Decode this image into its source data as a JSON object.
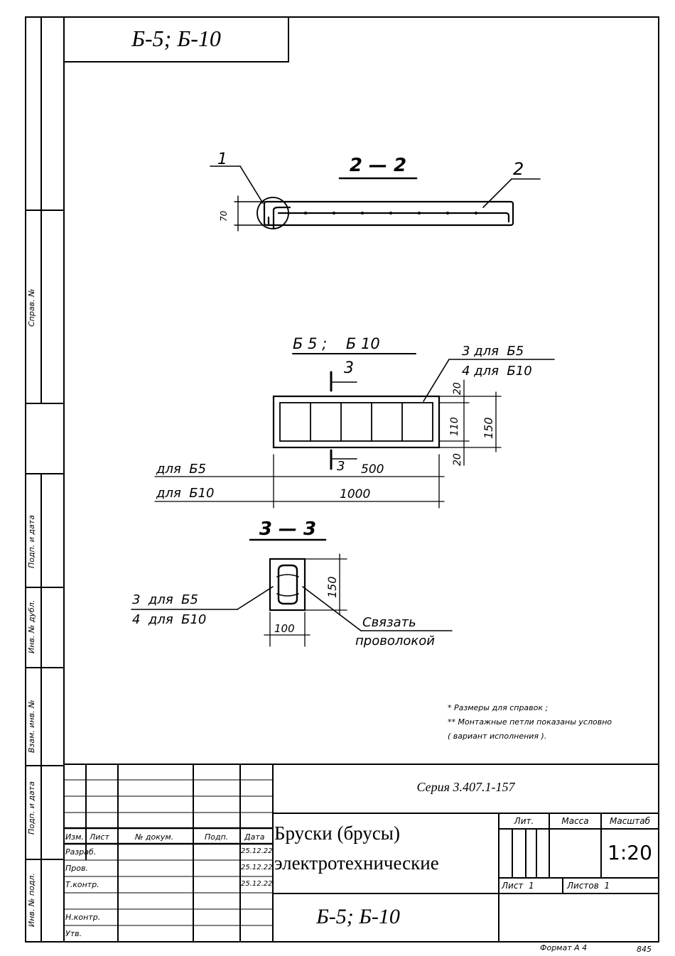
{
  "header_box": {
    "label": "Б-5; Б-10"
  },
  "left_strip": {
    "sprav": "Справ. №",
    "podp_data_1": "Подп. и дата",
    "inv_dubl": "Инв. № дубл.",
    "vzam_inv": "Взам. инв. №",
    "podp_data_2": "Подп. и дата",
    "inv_podl": "Инв. № подл."
  },
  "drawing": {
    "section_2_2": {
      "title": "2 — 2",
      "leader_1": "1",
      "leader_2": "2",
      "dim_70": "70"
    },
    "plan": {
      "title": "Б 5 ;    Б 10",
      "callout_line1": "3 для  Б5",
      "callout_line2": "4 для  Б10",
      "cut_mark_top": "3",
      "cut_mark_bottom": "3",
      "dim_20_top": "20",
      "dim_110": "110",
      "dim_20_bottom": "20",
      "dim_150": "150",
      "len_label_b5": "для  Б5",
      "len_value_b5": "500",
      "len_label_b10": "для  Б10",
      "len_value_b10": "1000"
    },
    "section_3_3": {
      "title": "3 — 3",
      "callout_line1": "3  для  Б5",
      "callout_line2": "4  для  Б10",
      "dim_150": "150",
      "dim_100": "100",
      "tie_line1": "Связать",
      "tie_line2": "проволокой"
    },
    "notes": [
      "* Размеры для справок ;",
      "** Монтажные петли показаны условно",
      "( вариант исполнения )."
    ]
  },
  "title_block": {
    "series": "Серия 3.407.1-157",
    "col_headers": [
      "Изм.",
      "Лист",
      "№ докум.",
      "Подп.",
      "Дата"
    ],
    "rows": [
      {
        "role": "Разраб.",
        "date": "25.12.22"
      },
      {
        "role": "Пров.",
        "date": "25.12.22"
      },
      {
        "role": "Т.контр.",
        "date": "25.12.22"
      },
      {
        "role": "Н.контр.",
        "date": ""
      },
      {
        "role": "Утв.",
        "date": ""
      }
    ],
    "name_line1": "Бруски (брусы)",
    "name_line2": "электротехнические",
    "lit": "Лит.",
    "massa": "Масса",
    "masshtab": "Масштаб",
    "scale_value": "1:20",
    "sheet": "Лист  1",
    "sheets": "Листов  1",
    "product": "Б-5; Б-10"
  },
  "footer": {
    "format": "Формат А 4",
    "code": "845"
  }
}
